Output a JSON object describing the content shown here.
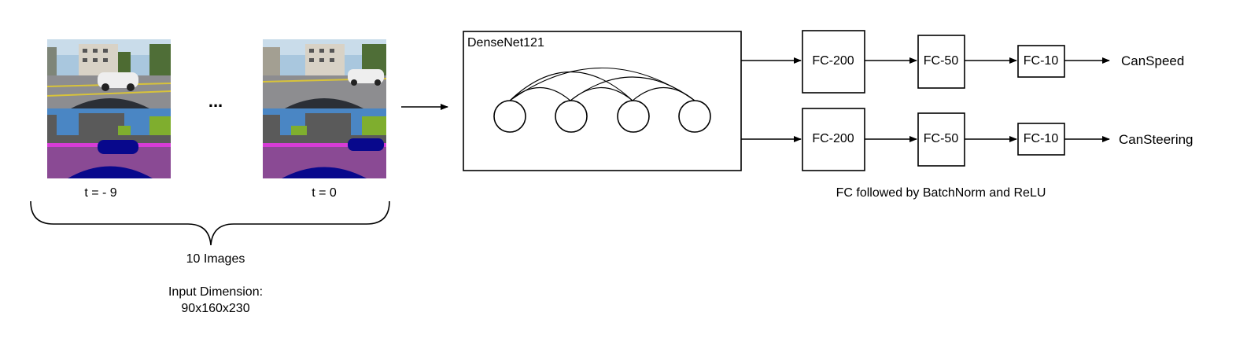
{
  "frames": {
    "first_label": "t = - 9",
    "last_label": "t = 0",
    "ellipsis": "...",
    "count_label": "10 Images",
    "dimension_title": "Input Dimension:",
    "dimension_value": "90x160x230"
  },
  "backbone": {
    "title": "DenseNet121"
  },
  "heads": [
    {
      "layers": [
        "FC-200",
        "FC-50",
        "FC-10"
      ],
      "output": "CanSpeed"
    },
    {
      "layers": [
        "FC-200",
        "FC-50",
        "FC-10"
      ],
      "output": "CanSteering"
    }
  ],
  "note": "FC followed by BatchNorm and ReLU",
  "colors": {
    "sky": "#9fbfd8",
    "road": "#8a8a8e",
    "seg_sky": "#4a86c4",
    "seg_building": "#5a5a5a",
    "seg_vegetation": "#7fae2e",
    "seg_lane": "#d63cd6",
    "seg_road": "#8a4a94",
    "seg_car": "#08088c"
  }
}
